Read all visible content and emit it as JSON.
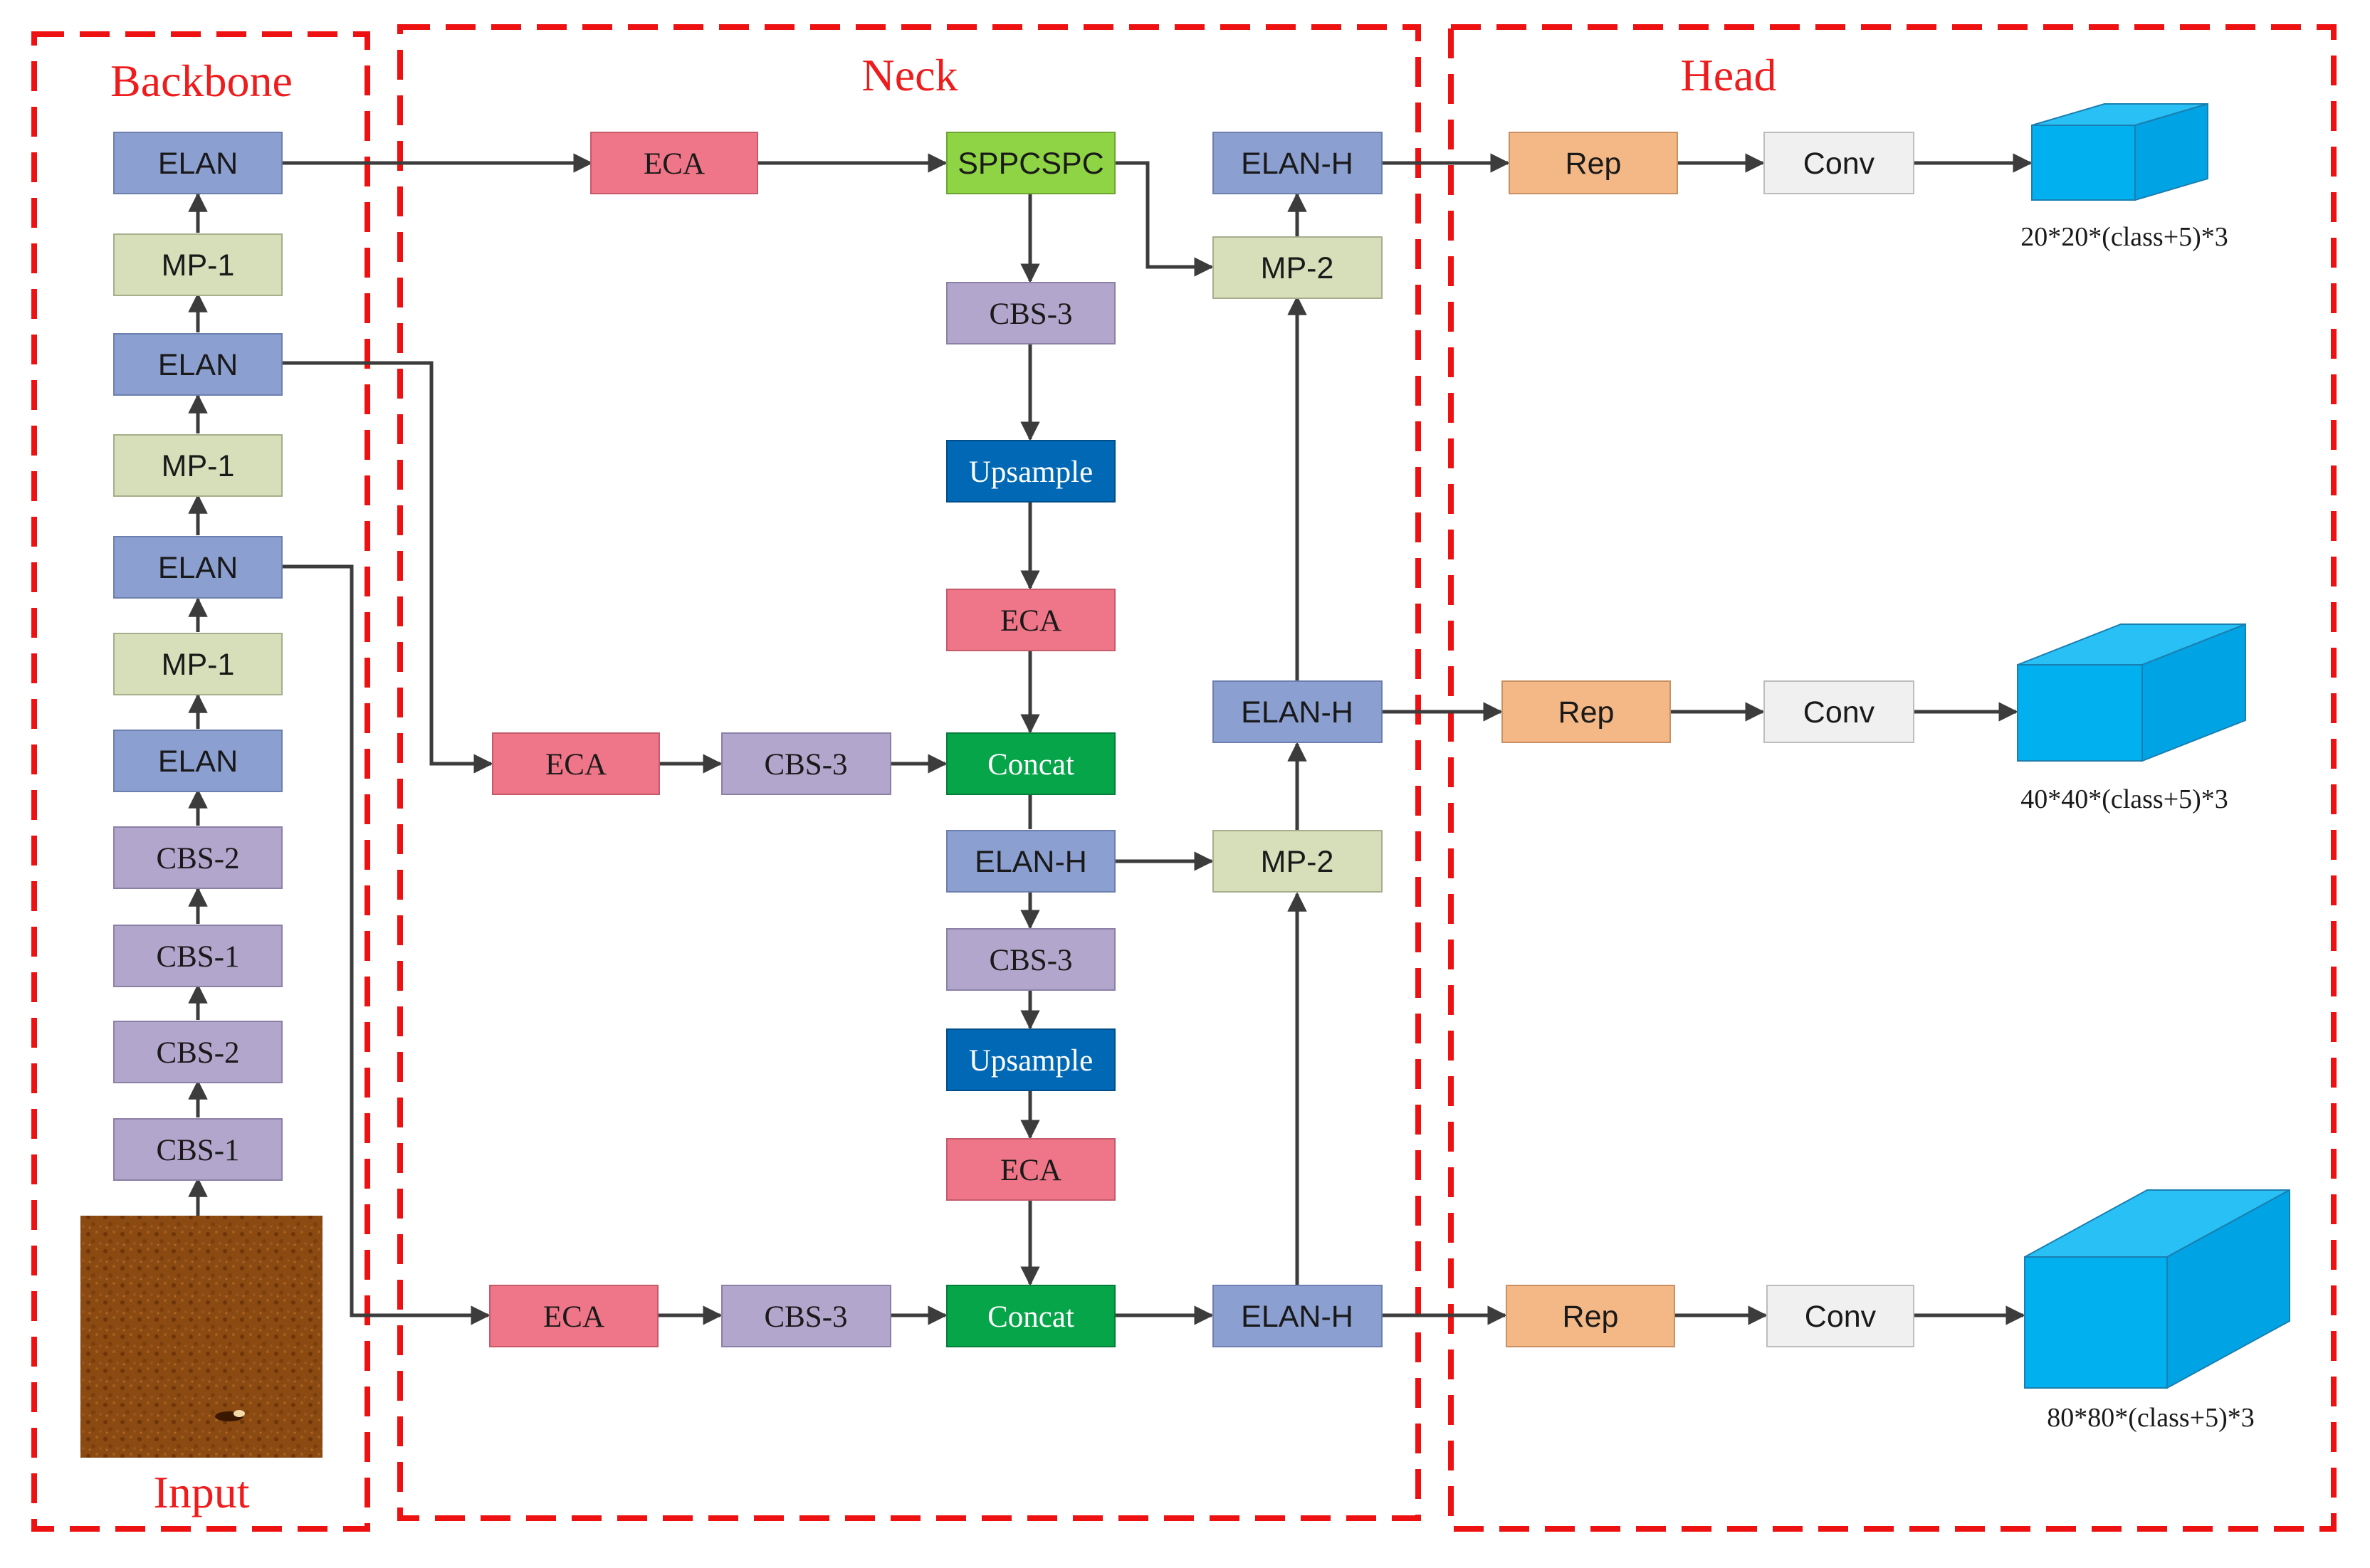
{
  "sections": {
    "backbone": "Backbone",
    "neck": "Neck",
    "head": "Head",
    "input": "Input"
  },
  "blocks": {
    "b_elan4": "ELAN",
    "b_mp3": "MP-1",
    "b_elan3": "ELAN",
    "b_mp2": "MP-1",
    "b_elan2": "ELAN",
    "b_mp1": "MP-1",
    "b_elan1": "ELAN",
    "b_cbs2b": "CBS-2",
    "b_cbs1b": "CBS-1",
    "b_cbs2a": "CBS-2",
    "b_cbs1a": "CBS-1",
    "n_eca_top": "ECA",
    "n_sppcspc": "SPPCSPC",
    "n_cbs3_a": "CBS-3",
    "n_up1": "Upsample",
    "n_eca_mid": "ECA",
    "n_concat1": "Concat",
    "n_eca_left1": "ECA",
    "n_cbs3_left1": "CBS-3",
    "n_elanh_c": "ELAN-H",
    "n_cbs3_b": "CBS-3",
    "n_up2": "Upsample",
    "n_eca_low": "ECA",
    "n_concat2": "Concat",
    "n_eca_left2": "ECA",
    "n_cbs3_left2": "CBS-3",
    "n_elanh_top": "ELAN-H",
    "n_mp2_top": "MP-2",
    "n_elanh_mid": "ELAN-H",
    "n_mp2_mid": "MP-2",
    "n_elanh_bot": "ELAN-H",
    "h_rep1": "Rep",
    "h_conv1": "Conv",
    "h_rep2": "Rep",
    "h_conv2": "Conv",
    "h_rep3": "Rep",
    "h_conv3": "Conv"
  },
  "outputs": {
    "out1": "20*20*(class+5)*3",
    "out2": "40*40*(class+5)*3",
    "out3": "80*80*(class+5)*3"
  },
  "colors": {
    "elan": "#8b9fd1",
    "mp": "#d6dfb9",
    "cbs": "#b3a6cc",
    "eca": "#ef7688",
    "sppcspc": "#8fd444",
    "upsample": "#0068b4",
    "concat": "#06a54a",
    "rep": "#f3b886",
    "conv": "#f0f0f0",
    "output": "#00b0ef",
    "region": "#ee1111"
  }
}
